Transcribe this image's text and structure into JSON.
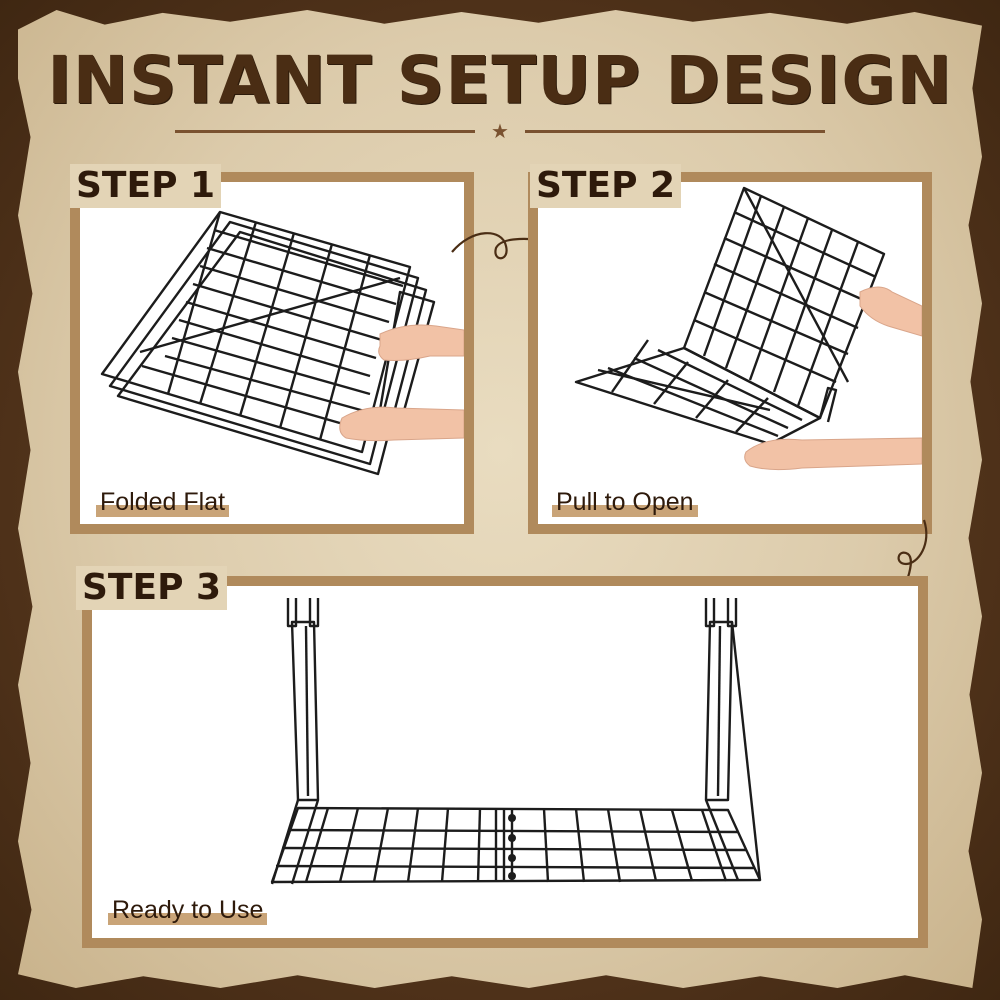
{
  "title": "INSTANT SETUP DESIGN",
  "steps": [
    {
      "label": "STEP 1",
      "caption": "Folded Flat"
    },
    {
      "label": "STEP 2",
      "caption": "Pull to Open"
    },
    {
      "label": "STEP 3",
      "caption": "Ready to Use"
    }
  ],
  "colors": {
    "frame": "#5a3a1e",
    "parchment": "#dccbab",
    "title": "#4a2d14",
    "caption_bar": "#c9a478",
    "wire": "#1c1c1c",
    "skin": "#f2c2a6"
  },
  "icons": [
    "star-icon",
    "curved-arrow-icon"
  ]
}
